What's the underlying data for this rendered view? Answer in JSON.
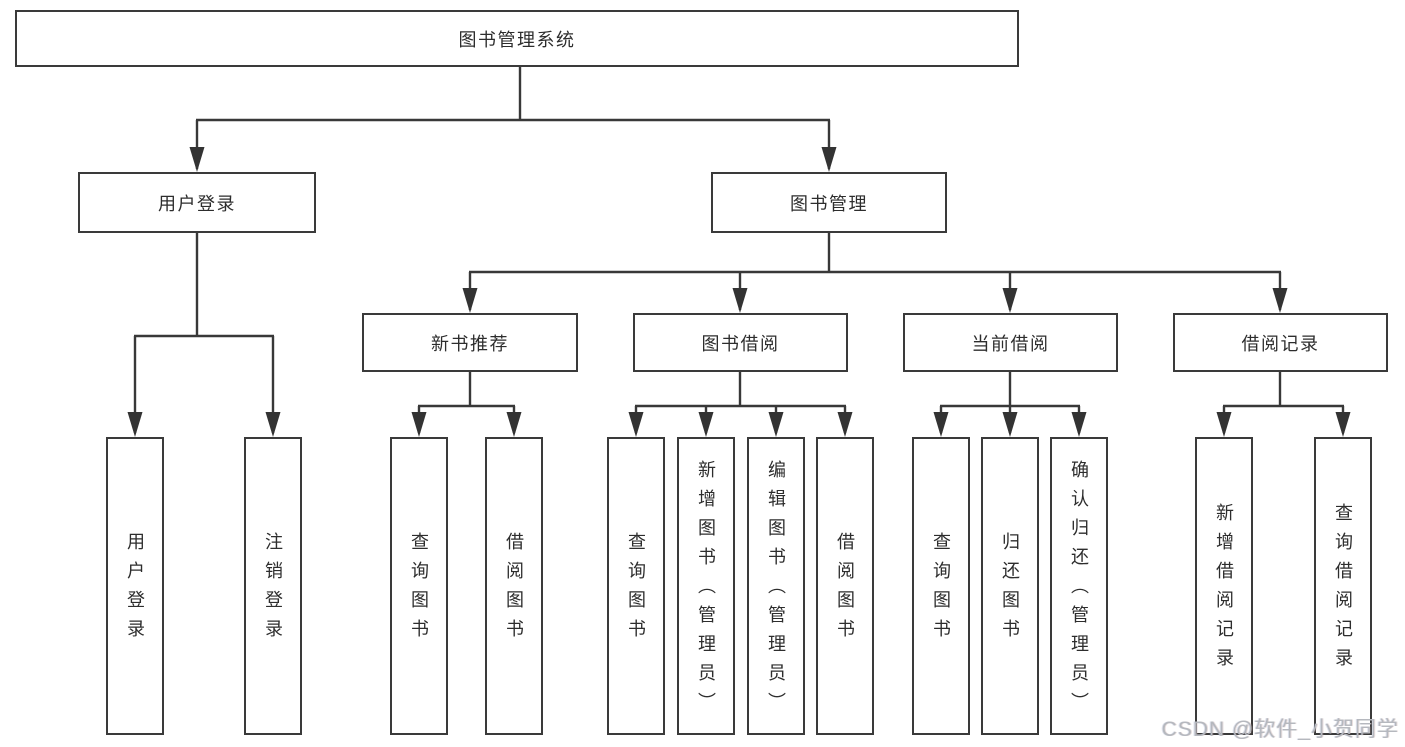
{
  "diagram": {
    "root": {
      "label": "图书管理系统"
    },
    "branches": {
      "user_login": {
        "label": "用户登录",
        "children": {
          "login": "用户登录",
          "logout": "注销登录"
        }
      },
      "book_management": {
        "label": "图书管理",
        "sections": {
          "new_book_recommend": {
            "label": "新书推荐",
            "children": {
              "query_books": "查询图书",
              "borrow_books": "借阅图书"
            }
          },
          "book_borrowing": {
            "label": "图书借阅",
            "children": {
              "query_books": "查询图书",
              "add_books_admin": "新增图书（管理员）",
              "edit_books_admin": "编辑图书（管理员）",
              "borrow_books": "借阅图书"
            }
          },
          "current_borrowing": {
            "label": "当前借阅",
            "children": {
              "query_books": "查询图书",
              "return_books": "归还图书",
              "confirm_return_admin": "确认归还（管理员）"
            }
          },
          "borrowing_records": {
            "label": "借阅记录",
            "children": {
              "add_record": "新增借阅记录",
              "query_record": "查询借阅记录"
            }
          }
        }
      }
    }
  },
  "watermark": {
    "text": "CSDN @软件_小贺同学"
  },
  "colors": {
    "line": "#383838",
    "box_border": "#3a3a3a",
    "box_bg": "#ffffff",
    "text": "#2d2d2d",
    "watermark": "#b5b8be"
  }
}
